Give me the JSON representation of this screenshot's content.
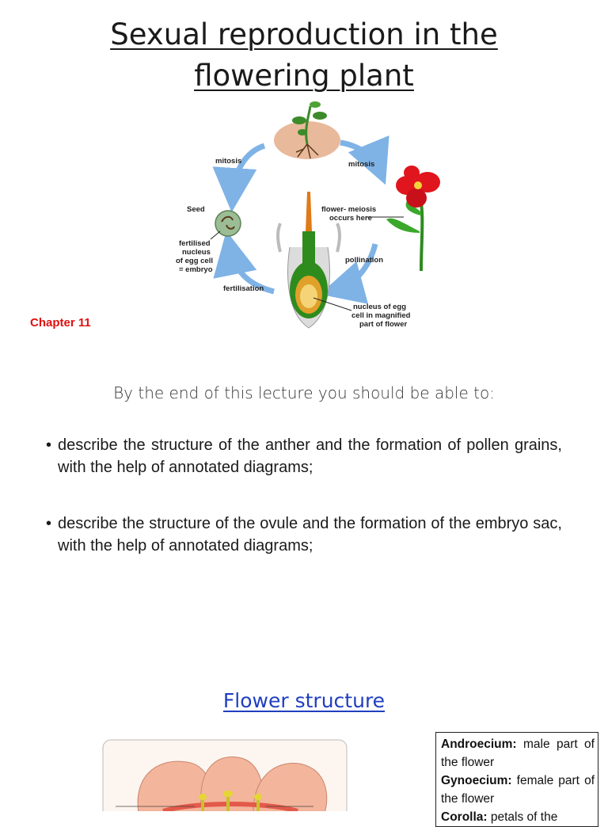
{
  "slide1": {
    "title_line1": "Sexual reproduction  in the",
    "title_line2": "flowering plant",
    "chapter": "Chapter 11",
    "diagram_labels": {
      "mitosis_left": "mitosis",
      "mitosis_right": "mitosis",
      "seed": "Seed",
      "embryo_1": "fertilised",
      "embryo_2": "nucleus",
      "embryo_3": "of egg cell",
      "embryo_4": "= embryo",
      "fertilisation": "fertilisation",
      "meiosis_1": "flower- meiosis",
      "meiosis_2": "occurs here",
      "pollination": "pollination",
      "egg_1": "nucleus of egg",
      "egg_2": "cell in magnified",
      "egg_3": "part of flower"
    },
    "colors": {
      "arrow": "#7fb3e6",
      "petal": "#e0151d",
      "stem": "#2e8b1e",
      "chapter": "#e01010"
    }
  },
  "slide2": {
    "lead": "By the end of this lecture you should be able to:",
    "bullets": [
      "describe the structure of the anther and the formation of pollen grains, with the help of annotated diagrams;",
      "describe the structure of the ovule and the formation of the embryo sac, with the help of annotated diagrams;"
    ]
  },
  "slide3": {
    "title": "Flower structure",
    "definitions": [
      {
        "term": "Androecium:",
        "text": "male part of the flower"
      },
      {
        "term": "Gynoecium:",
        "text": "female part of the flower"
      },
      {
        "term": "Corolla:",
        "text": "petals of the"
      }
    ],
    "colors": {
      "title": "#1f3fbf",
      "petal": "#f3b59b"
    }
  }
}
